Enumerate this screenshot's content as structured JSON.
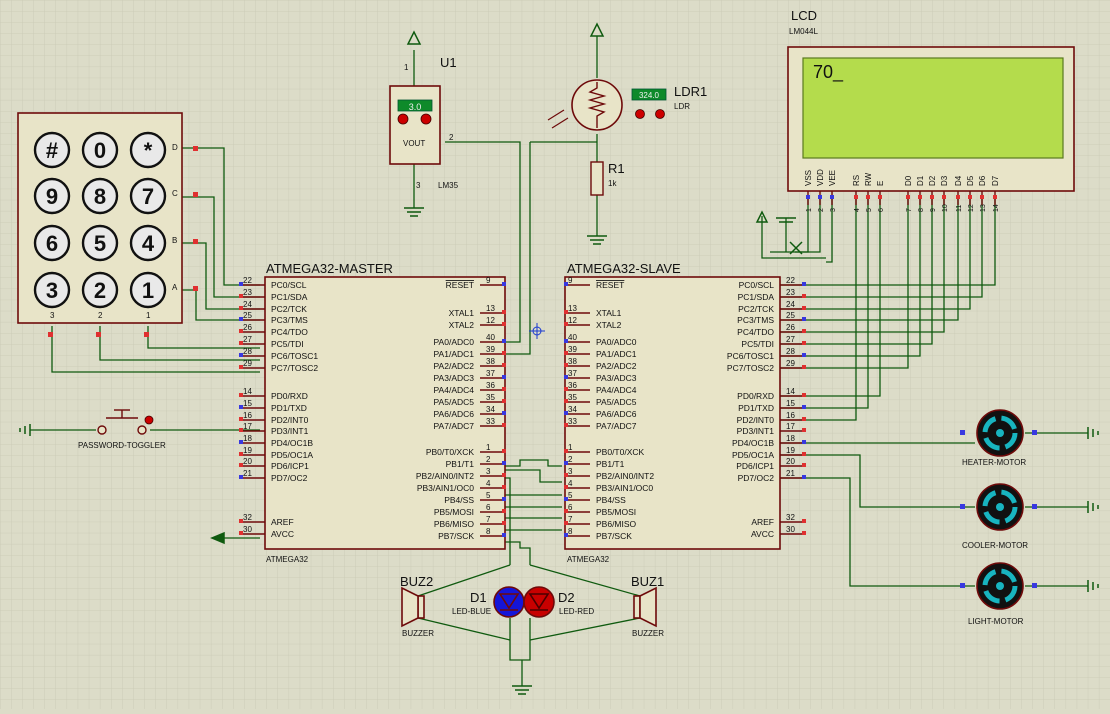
{
  "colors": {
    "background": "#dcdcc8",
    "grid": "#c9c9b4",
    "wire": "#0f5a0f",
    "outline": "#6e0a0a",
    "chip_fill": "#e8e4c8",
    "lcd_screen": "#b4dc4c",
    "led_blue": "#1515d8",
    "led_red": "#c80000",
    "motor_accent": "#18b4c0",
    "pin_red": "#e03030",
    "pin_blue": "#3838e0"
  },
  "lcd": {
    "title": "LCD",
    "model": "LM044L",
    "display_text": "70_",
    "pin_names": [
      "VSS",
      "VDD",
      "VEE",
      "RS",
      "RW",
      "E",
      "D0",
      "D1",
      "D2",
      "D3",
      "D4",
      "D5",
      "D6",
      "D7"
    ],
    "pin_numbers": [
      "1",
      "2",
      "3",
      "4",
      "5",
      "6",
      "7",
      "8",
      "9",
      "10",
      "11",
      "12",
      "13",
      "14"
    ]
  },
  "u1": {
    "ref": "U1",
    "model": "LM35",
    "readout": "3.0",
    "vout_label": "VOUT",
    "pin1": "1",
    "pin2": "2",
    "pin3": "3"
  },
  "ldr": {
    "ref": "LDR1",
    "model": "LDR",
    "readout": "324.0"
  },
  "r1": {
    "ref": "R1",
    "value": "1k"
  },
  "keypad": {
    "rows": [
      [
        "#",
        "0",
        "*"
      ],
      [
        "9",
        "8",
        "7"
      ],
      [
        "6",
        "5",
        "4"
      ],
      [
        "3",
        "2",
        "1"
      ]
    ],
    "row_labels": [
      "D",
      "C",
      "B",
      "A"
    ],
    "col_labels": [
      "3",
      "2",
      "1"
    ]
  },
  "master": {
    "title": "ATMEGA32-MASTER",
    "part": "ATMEGA32",
    "left_pins": [
      {
        "num": "22",
        "name": "PC0/SCL"
      },
      {
        "num": "23",
        "name": "PC1/SDA"
      },
      {
        "num": "24",
        "name": "PC2/TCK"
      },
      {
        "num": "25",
        "name": "PC3/TMS"
      },
      {
        "num": "26",
        "name": "PC4/TDO"
      },
      {
        "num": "27",
        "name": "PC5/TDI"
      },
      {
        "num": "28",
        "name": "PC6/TOSC1"
      },
      {
        "num": "29",
        "name": "PC7/TOSC2"
      },
      {
        "num": "14",
        "name": "PD0/RXD"
      },
      {
        "num": "15",
        "name": "PD1/TXD"
      },
      {
        "num": "16",
        "name": "PD2/INT0"
      },
      {
        "num": "17",
        "name": "PD3/INT1"
      },
      {
        "num": "18",
        "name": "PD4/OC1B"
      },
      {
        "num": "19",
        "name": "PD5/OC1A"
      },
      {
        "num": "20",
        "name": "PD6/ICP1"
      },
      {
        "num": "21",
        "name": "PD7/OC2"
      },
      {
        "num": "32",
        "name": "AREF"
      },
      {
        "num": "30",
        "name": "AVCC"
      }
    ],
    "right_pins": [
      {
        "num": "9",
        "name": "RESET"
      },
      {
        "num": "13",
        "name": "XTAL1"
      },
      {
        "num": "12",
        "name": "XTAL2"
      },
      {
        "num": "40",
        "name": "PA0/ADC0"
      },
      {
        "num": "39",
        "name": "PA1/ADC1"
      },
      {
        "num": "38",
        "name": "PA2/ADC2"
      },
      {
        "num": "37",
        "name": "PA3/ADC3"
      },
      {
        "num": "36",
        "name": "PA4/ADC4"
      },
      {
        "num": "35",
        "name": "PA5/ADC5"
      },
      {
        "num": "34",
        "name": "PA6/ADC6"
      },
      {
        "num": "33",
        "name": "PA7/ADC7"
      },
      {
        "num": "1",
        "name": "PB0/T0/XCK"
      },
      {
        "num": "2",
        "name": "PB1/T1"
      },
      {
        "num": "3",
        "name": "PB2/AIN0/INT2"
      },
      {
        "num": "4",
        "name": "PB3/AIN1/OC0"
      },
      {
        "num": "5",
        "name": "PB4/SS"
      },
      {
        "num": "6",
        "name": "PB5/MOSI"
      },
      {
        "num": "7",
        "name": "PB6/MISO"
      },
      {
        "num": "8",
        "name": "PB7/SCK"
      }
    ]
  },
  "slave": {
    "title": "ATMEGA32-SLAVE",
    "part": "ATMEGA32",
    "left_pins": [
      {
        "num": "9",
        "name": "RESET"
      },
      {
        "num": "13",
        "name": "XTAL1"
      },
      {
        "num": "12",
        "name": "XTAL2"
      },
      {
        "num": "40",
        "name": "PA0/ADC0"
      },
      {
        "num": "39",
        "name": "PA1/ADC1"
      },
      {
        "num": "38",
        "name": "PA2/ADC2"
      },
      {
        "num": "37",
        "name": "PA3/ADC3"
      },
      {
        "num": "36",
        "name": "PA4/ADC4"
      },
      {
        "num": "35",
        "name": "PA5/ADC5"
      },
      {
        "num": "34",
        "name": "PA6/ADC6"
      },
      {
        "num": "33",
        "name": "PA7/ADC7"
      },
      {
        "num": "1",
        "name": "PB0/T0/XCK"
      },
      {
        "num": "2",
        "name": "PB1/T1"
      },
      {
        "num": "3",
        "name": "PB2/AIN0/INT2"
      },
      {
        "num": "4",
        "name": "PB3/AIN1/OC0"
      },
      {
        "num": "5",
        "name": "PB4/SS"
      },
      {
        "num": "6",
        "name": "PB5/MOSI"
      },
      {
        "num": "7",
        "name": "PB6/MISO"
      },
      {
        "num": "8",
        "name": "PB7/SCK"
      }
    ],
    "right_pins": [
      {
        "num": "22",
        "name": "PC0/SCL"
      },
      {
        "num": "23",
        "name": "PC1/SDA"
      },
      {
        "num": "24",
        "name": "PC2/TCK"
      },
      {
        "num": "25",
        "name": "PC3/TMS"
      },
      {
        "num": "26",
        "name": "PC4/TDO"
      },
      {
        "num": "27",
        "name": "PC5/TDI"
      },
      {
        "num": "28",
        "name": "PC6/TOSC1"
      },
      {
        "num": "29",
        "name": "PC7/TOSC2"
      },
      {
        "num": "14",
        "name": "PD0/RXD"
      },
      {
        "num": "15",
        "name": "PD1/TXD"
      },
      {
        "num": "16",
        "name": "PD2/INT0"
      },
      {
        "num": "17",
        "name": "PD3/INT1"
      },
      {
        "num": "18",
        "name": "PD4/OC1B"
      },
      {
        "num": "19",
        "name": "PD5/OC1A"
      },
      {
        "num": "20",
        "name": "PD6/ICP1"
      },
      {
        "num": "21",
        "name": "PD7/OC2"
      },
      {
        "num": "32",
        "name": "AREF"
      },
      {
        "num": "30",
        "name": "AVCC"
      }
    ]
  },
  "components": {
    "password_toggler": "PASSWORD-TOGGLER",
    "buz1": "BUZ1",
    "buz2": "BUZ2",
    "buzzer": "BUZZER",
    "d1": "D1",
    "d2": "D2",
    "led_blue": "LED-BLUE",
    "led_red": "LED-RED",
    "heater": "HEATER-MOTOR",
    "cooler": "COOLER-MOTOR",
    "light": "LIGHT-MOTOR"
  }
}
